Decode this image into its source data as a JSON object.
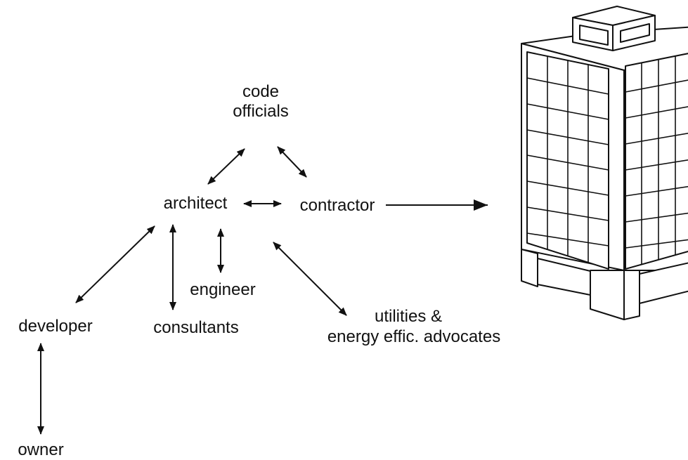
{
  "nodes": {
    "code_officials_line1": "code",
    "code_officials_line2": "officials",
    "architect": "architect",
    "contractor": "contractor",
    "engineer": "engineer",
    "consultants": "consultants",
    "developer": "developer",
    "owner": "owner",
    "utilities_line1": "utilities &",
    "utilities_line2": "energy effic. advocates"
  },
  "connections": [
    {
      "from": "architect",
      "to": "code officials",
      "direction": "both"
    },
    {
      "from": "code officials",
      "to": "contractor",
      "direction": "both"
    },
    {
      "from": "architect",
      "to": "contractor",
      "direction": "both"
    },
    {
      "from": "contractor",
      "to": "building",
      "direction": "forward"
    },
    {
      "from": "architect",
      "to": "developer",
      "direction": "both"
    },
    {
      "from": "architect",
      "to": "consultants",
      "direction": "both"
    },
    {
      "from": "architect",
      "to": "engineer",
      "direction": "both"
    },
    {
      "from": "architect",
      "to": "utilities & energy effic. advocates",
      "direction": "both"
    },
    {
      "from": "developer",
      "to": "owner",
      "direction": "both"
    }
  ],
  "illustration": {
    "icon": "office-building-icon"
  },
  "colors": {
    "ink": "#111111",
    "background": "#ffffff"
  }
}
